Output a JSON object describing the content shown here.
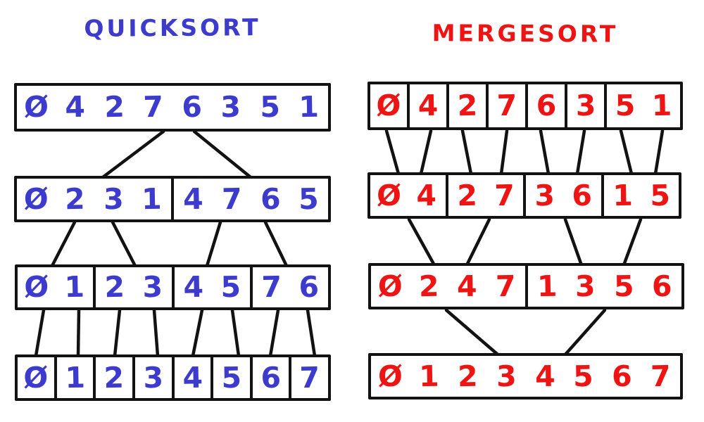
{
  "colors": {
    "quicksort_ink": "#3d3bcd",
    "mergesort_ink": "#ee1414",
    "stroke": "#121212"
  },
  "quicksort": {
    "title": "QUICKSORT",
    "rows": [
      {
        "cells": [
          [
            "Ø",
            "4",
            "2",
            "7",
            "6",
            "3",
            "5",
            "1"
          ]
        ]
      },
      {
        "cells": [
          [
            "Ø",
            "2",
            "3",
            "1"
          ],
          [
            "4",
            "7",
            "6",
            "5"
          ]
        ]
      },
      {
        "cells": [
          [
            "Ø",
            "1"
          ],
          [
            "2",
            "3"
          ],
          [
            "4",
            "5"
          ],
          [
            "7",
            "6"
          ]
        ]
      },
      {
        "cells": [
          [
            "Ø"
          ],
          [
            "1"
          ],
          [
            "2"
          ],
          [
            "3"
          ],
          [
            "4"
          ],
          [
            "5"
          ],
          [
            "6"
          ],
          [
            "7"
          ]
        ]
      }
    ]
  },
  "mergesort": {
    "title": "MERGESORT",
    "rows": [
      {
        "cells": [
          [
            "Ø"
          ],
          [
            "4"
          ],
          [
            "2"
          ],
          [
            "7"
          ],
          [
            "6"
          ],
          [
            "3"
          ],
          [
            "5",
            "1"
          ]
        ]
      },
      {
        "cells": [
          [
            "Ø",
            "4"
          ],
          [
            "2",
            "7"
          ],
          [
            "3",
            "6"
          ],
          [
            "1",
            "5"
          ]
        ]
      },
      {
        "cells": [
          [
            "Ø",
            "2",
            "4",
            "7"
          ],
          [
            "1",
            "3",
            "5",
            "6"
          ]
        ]
      },
      {
        "cells": [
          [
            "Ø",
            "1",
            "2",
            "3",
            "4",
            "5",
            "6",
            "7"
          ]
        ]
      }
    ]
  }
}
